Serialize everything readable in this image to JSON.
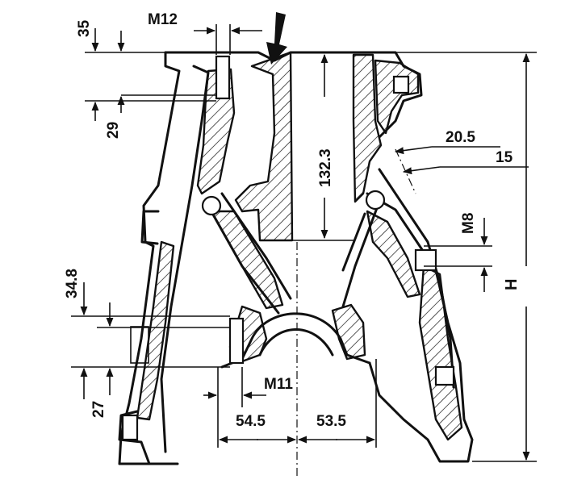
{
  "drawing": {
    "labels": {
      "m12": "M12",
      "dim_35": "35",
      "dim_29": "29",
      "dim_132_3": "132.3",
      "dim_20_5": "20.5",
      "dim_15": "15",
      "m8": "M8",
      "h": "H",
      "dim_34_8": "34.8",
      "dim_27": "27",
      "m11": "M11",
      "dim_54_5": "54.5",
      "dim_53_5": "53.5"
    }
  }
}
